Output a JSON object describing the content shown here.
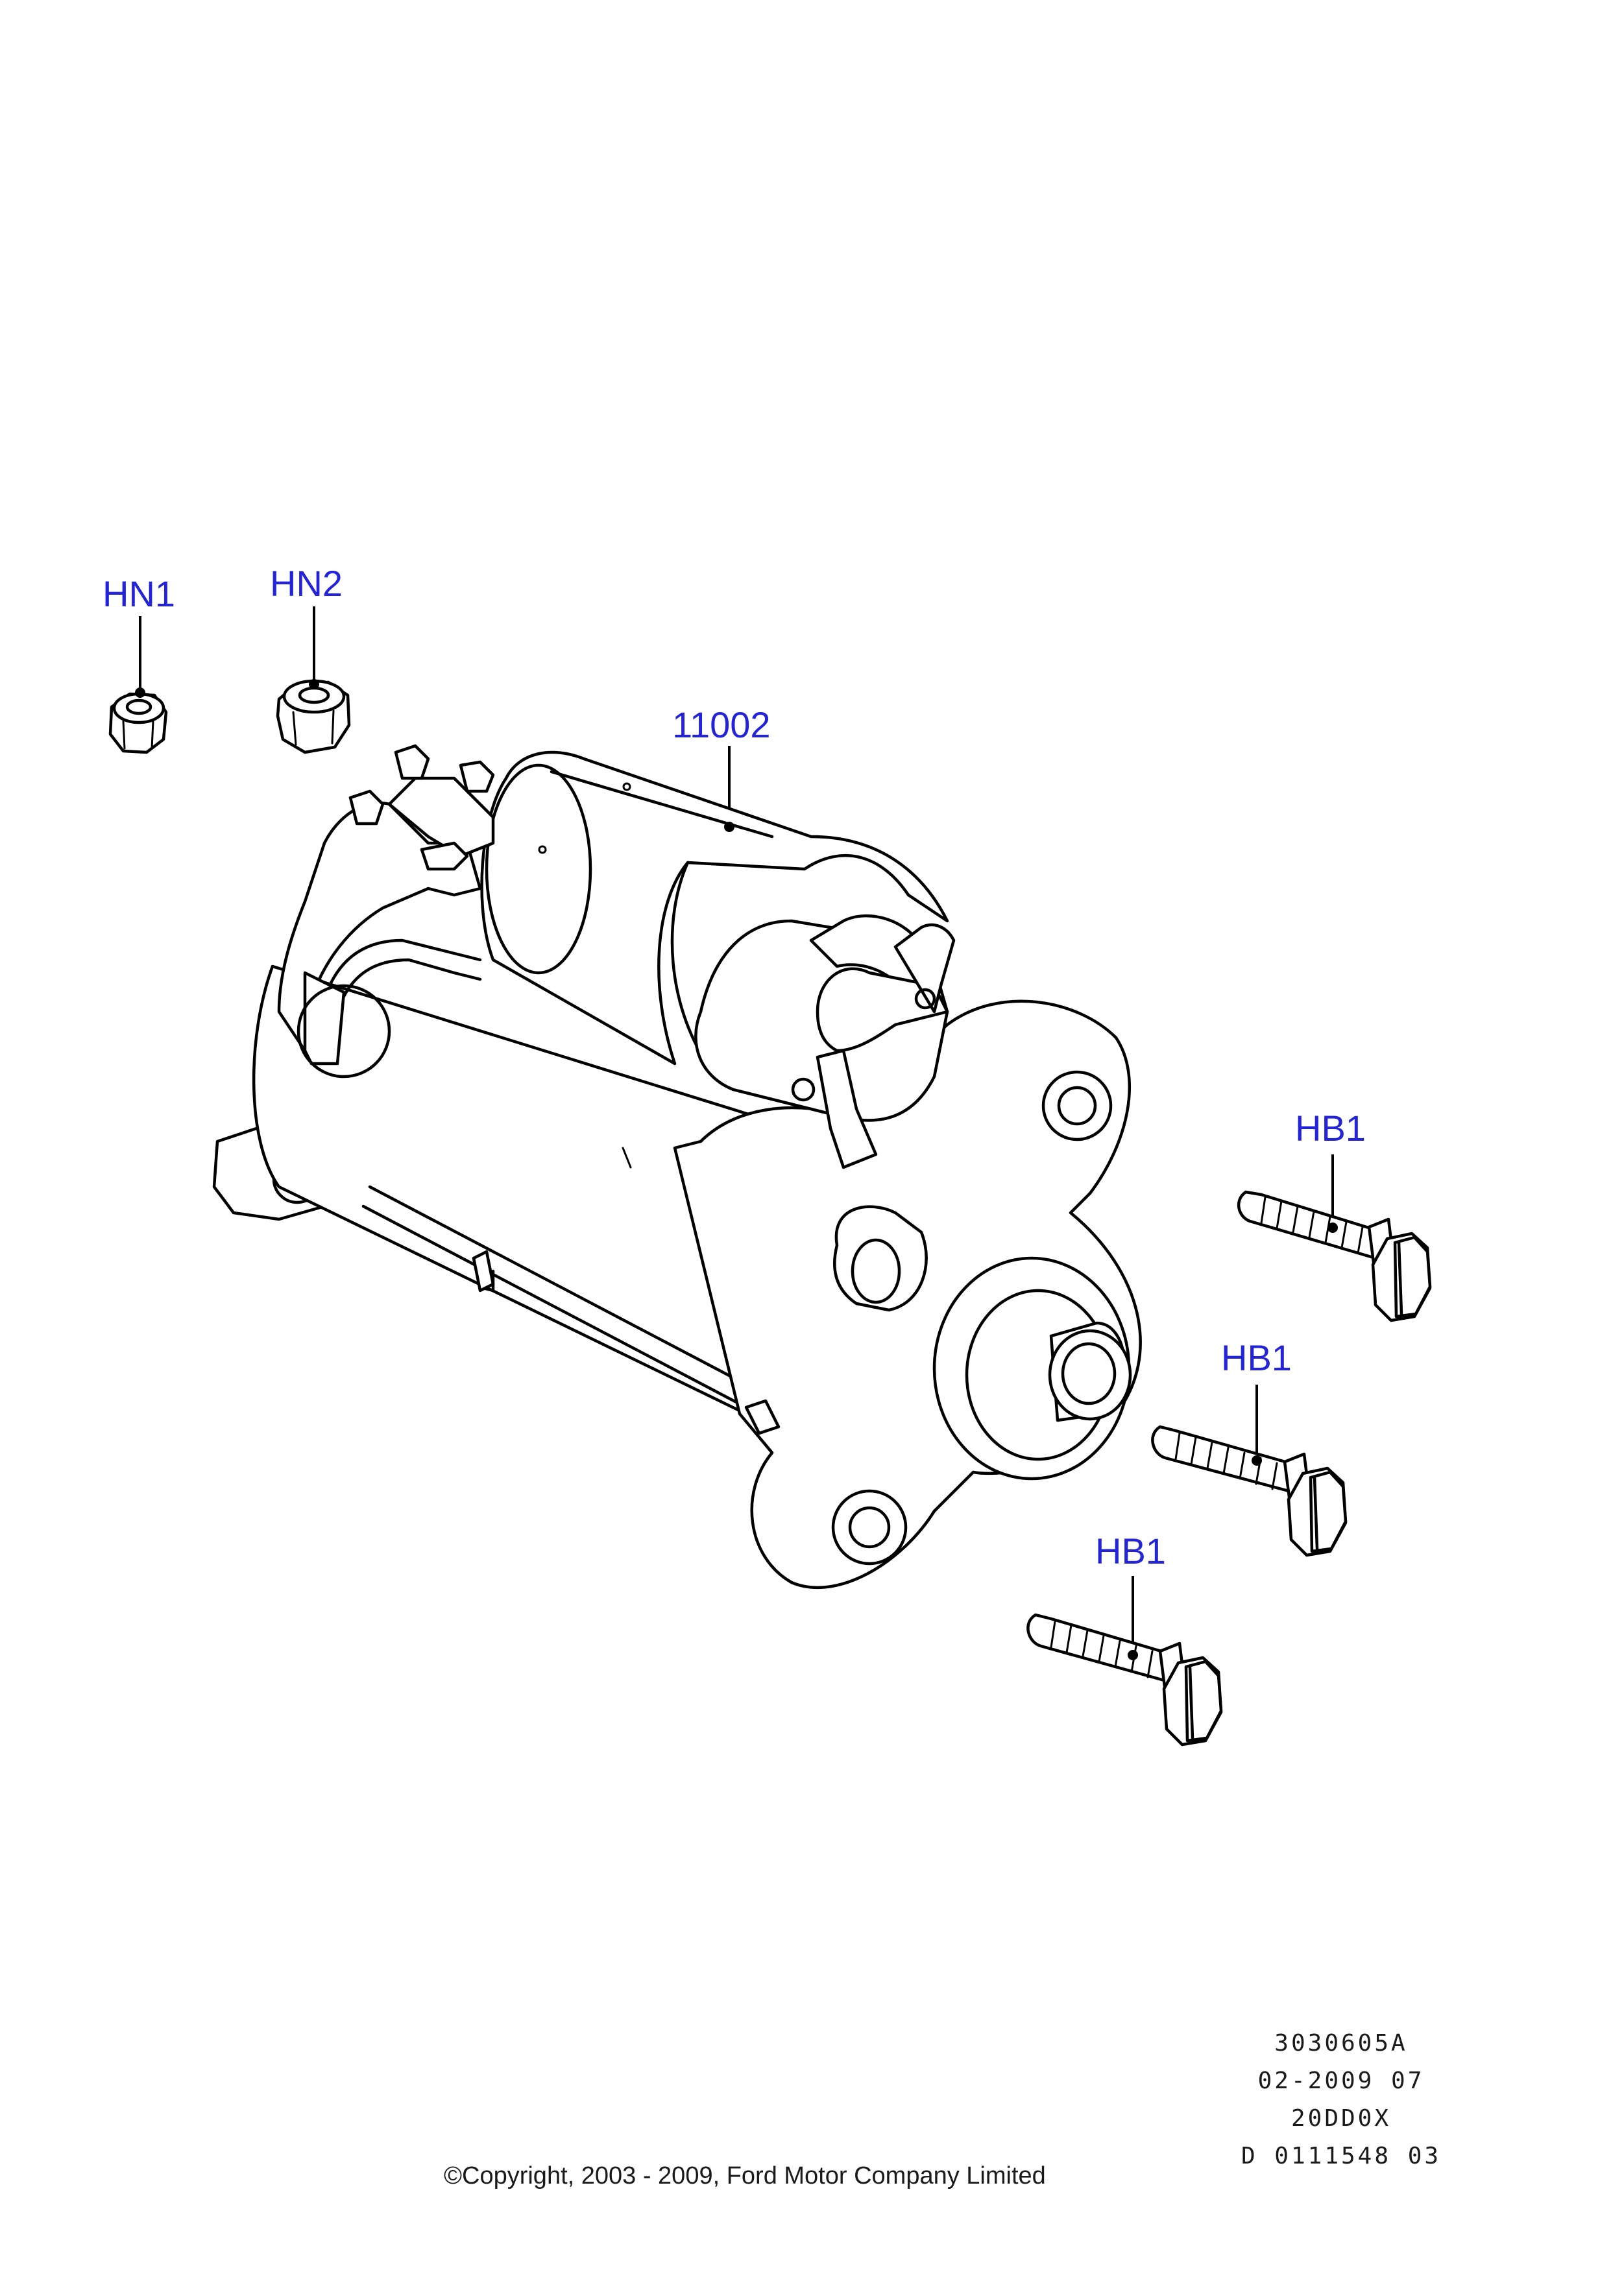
{
  "callouts": {
    "hn1": "HN1",
    "hn2": "HN2",
    "starter": "11002",
    "hb1_top": "HB1",
    "hb1_mid": "HB1",
    "hb1_bottom": "HB1"
  },
  "stamp": {
    "line1": "3030605A",
    "line2": "02-2009 07",
    "line3": "20DD0X",
    "line4": "D 0111548 03"
  },
  "copyright": "©Copyright, 2003 - 2009, Ford Motor Company Limited",
  "colors": {
    "callout_text": "#2323d9",
    "line_art": "#000000",
    "background": "#ffffff"
  }
}
